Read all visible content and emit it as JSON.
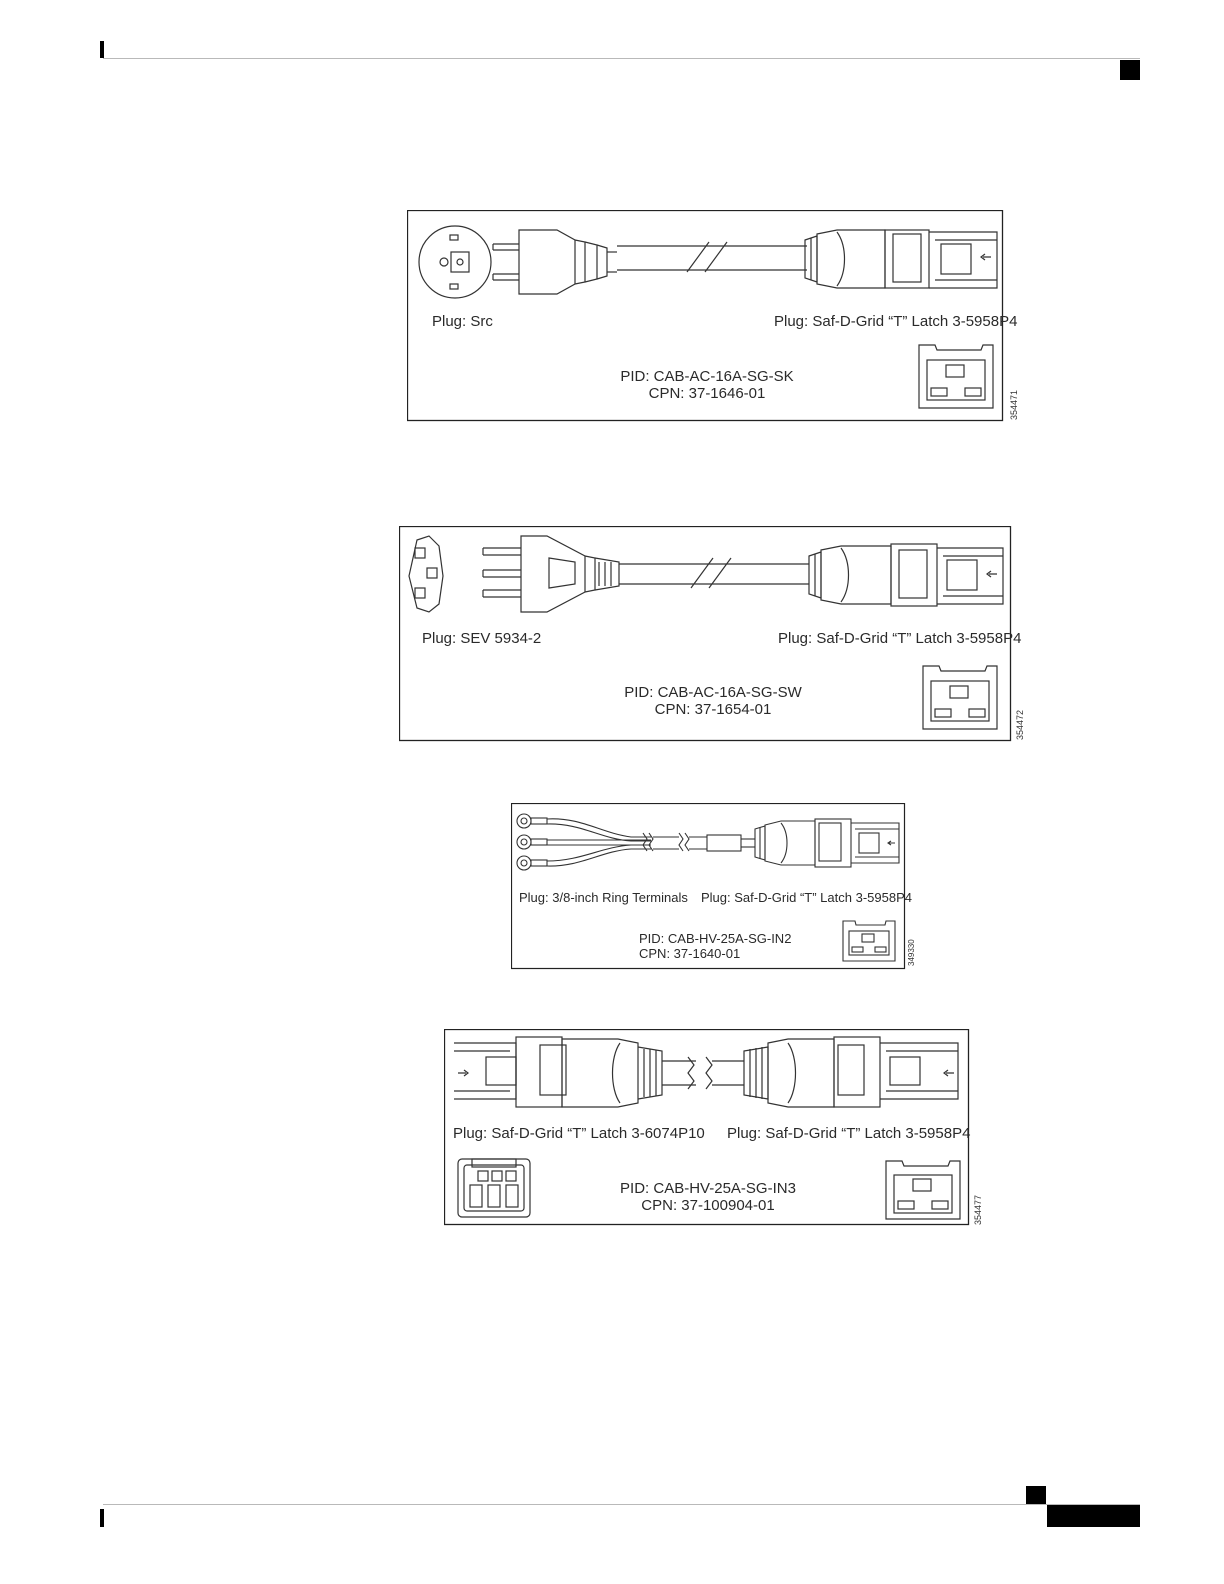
{
  "figures": [
    {
      "plug_left": "Plug: Src",
      "plug_right": "Plug: Saf-D-Grid “T” Latch 3-5958P4",
      "pid": "PID: CAB-AC-16A-SG-SK",
      "cpn": "CPN: 37-1646-01",
      "figure_number": "354471"
    },
    {
      "plug_left": "Plug: SEV 5934-2",
      "plug_right": "Plug: Saf-D-Grid “T” Latch 3-5958P4",
      "pid": "PID: CAB-AC-16A-SG-SW",
      "cpn": "CPN: 37-1654-01",
      "figure_number": "354472"
    },
    {
      "plug_left": "Plug: 3/8-inch Ring Terminals",
      "plug_right": "Plug: Saf-D-Grid “T” Latch 3-5958P4",
      "pid": "PID: CAB-HV-25A-SG-IN2",
      "cpn": "CPN: 37-1640-01",
      "figure_number": "349330"
    },
    {
      "plug_left": "Plug: Saf-D-Grid “T” Latch 3-6074P10",
      "plug_right": "Plug: Saf-D-Grid “T” Latch 3-5958P4",
      "pid": "PID: CAB-HV-25A-SG-IN3",
      "cpn": "CPN: 37-100904-01",
      "figure_number": "354477"
    }
  ]
}
